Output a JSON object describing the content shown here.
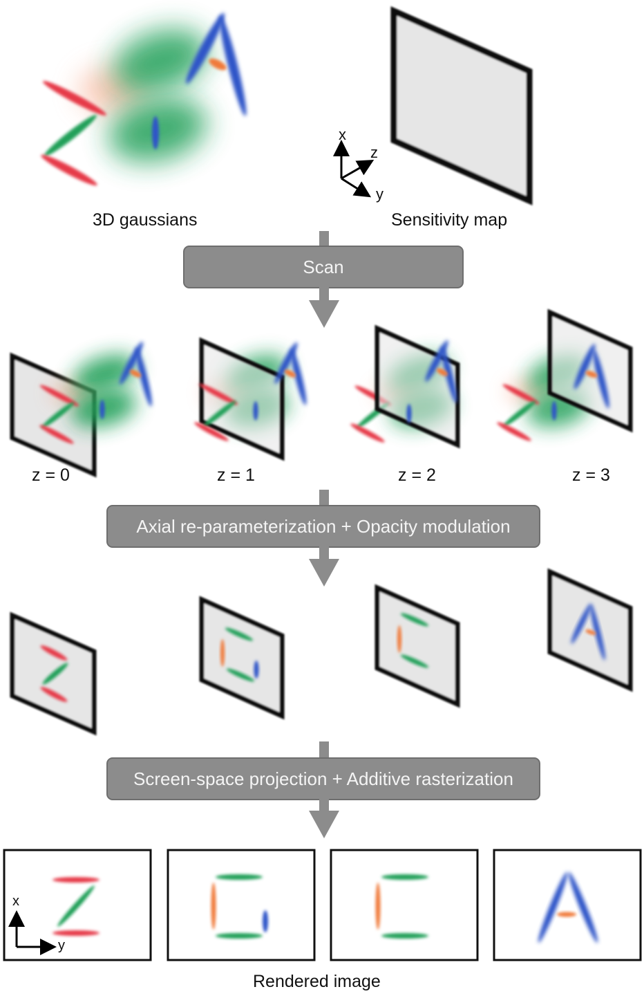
{
  "labels": {
    "gaussians": "3D gaussians",
    "sensitivity": "Sensitivity map",
    "rendered": "Rendered image"
  },
  "axes_3d": {
    "x": "x",
    "y": "y",
    "z": "z"
  },
  "axes_2d": {
    "x": "x",
    "y": "y"
  },
  "steps": [
    {
      "label": "Scan"
    },
    {
      "label": "Axial re-parameterization + Opacity modulation"
    },
    {
      "label": "Screen-space projection + Additive rasterization"
    }
  ],
  "slices": [
    {
      "label": "z = 0"
    },
    {
      "label": "z = 1"
    },
    {
      "label": "z = 2"
    },
    {
      "label": "z = 3"
    }
  ],
  "colors": {
    "arrow": "#8c8c8c",
    "plane": "#e6e6e6",
    "green": "#22a05a",
    "red": "#e63a4a",
    "blue": "#2f55c8",
    "orange": "#f07a3a"
  }
}
